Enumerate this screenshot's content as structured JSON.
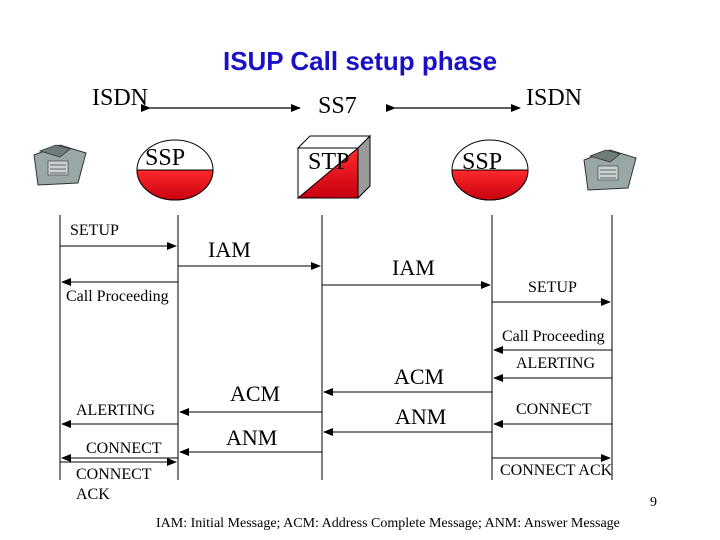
{
  "title": "ISUP Call setup phase",
  "network": {
    "left": "ISDN",
    "middle": "SS7",
    "right": "ISDN"
  },
  "nodes": {
    "ssp_left": "SSP",
    "stp": "STP",
    "ssp_right": "SSP"
  },
  "messages": {
    "setup_left": "SETUP",
    "iam_1": "IAM",
    "iam_2": "IAM",
    "setup_right": "SETUP",
    "call_proceeding_left": "Call Proceeding",
    "call_proceeding_right": "Call Proceeding",
    "alerting_right": "ALERTING",
    "acm_2": "ACM",
    "acm_1": "ACM",
    "alerting_left": "ALERTING",
    "connect_right": "CONNECT",
    "anm_2": "ANM",
    "anm_1": "ANM",
    "connect_left": "CONNECT",
    "connect_ack_left_1": "CONNECT",
    "connect_ack_left_2": "ACK",
    "connect_ack_right": "CONNECT ACK"
  },
  "page_number": "9",
  "legend": "IAM: Initial Message; ACM: Address Complete Message; ANM: Answer Message",
  "colors": {
    "title": "#1a10c8",
    "node_red": "#e8001c",
    "phone": "#9aa7a7"
  }
}
